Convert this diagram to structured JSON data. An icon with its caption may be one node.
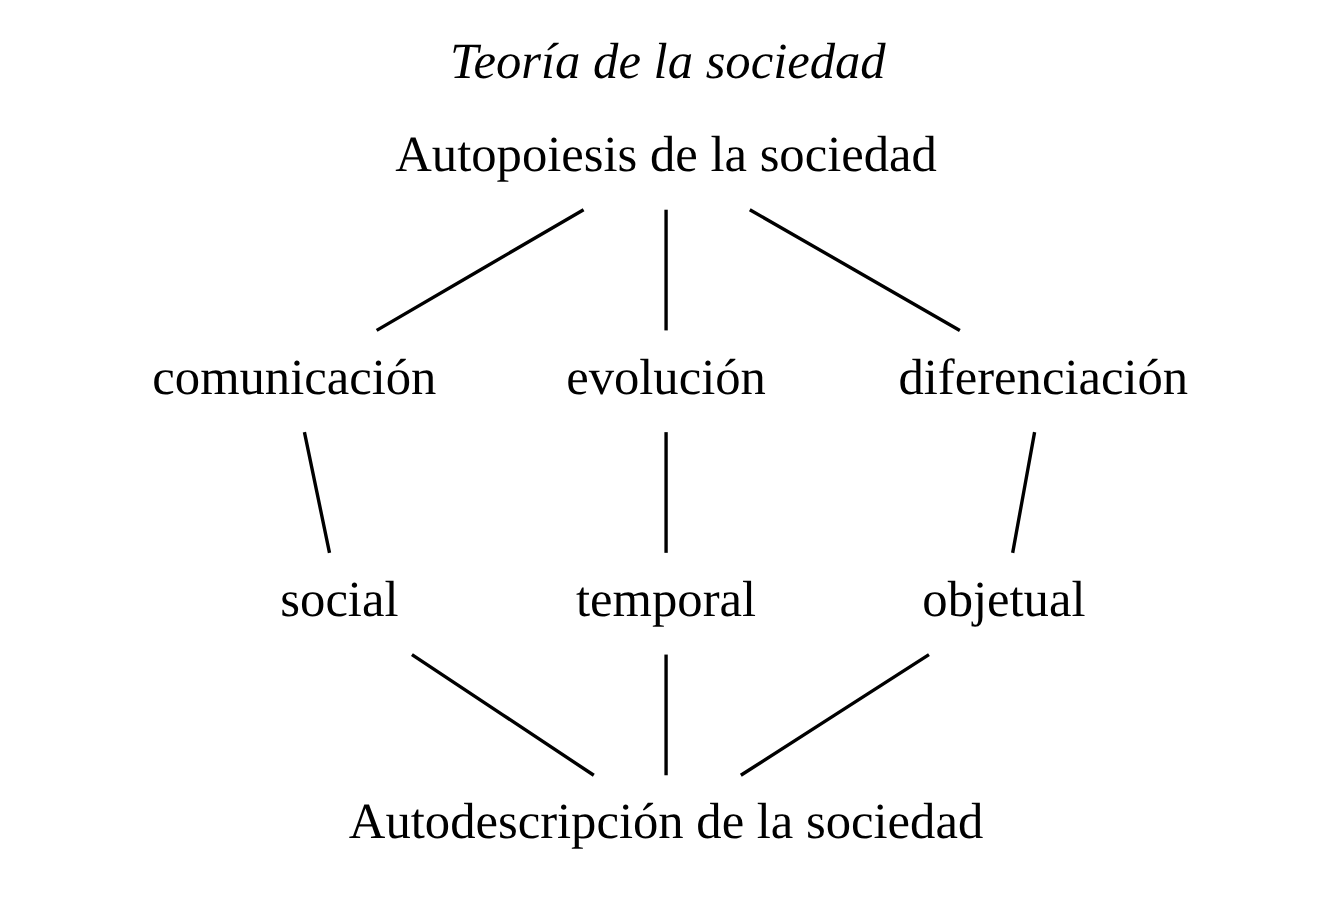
{
  "diagram": {
    "title": "Teoría de la sociedad",
    "nodes": [
      {
        "text": [
          "Autopoiesis de la sociedad"
        ]
      },
      {
        "text": [
          "comunicación"
        ]
      },
      {
        "text": [
          "evolución"
        ]
      },
      {
        "text": [
          "diferenciación"
        ]
      },
      {
        "text": [
          "social"
        ]
      },
      {
        "text": [
          "temporal"
        ]
      },
      {
        "text": [
          "objetual"
        ]
      },
      {
        "text": [
          "Autodescripción de la sociedad"
        ]
      }
    ],
    "edges": [
      {
        "from": 0,
        "to": 1,
        "arrow": "none"
      },
      {
        "from": 0,
        "to": 2,
        "arrow": "none"
      },
      {
        "from": 0,
        "to": 3,
        "arrow": "none"
      },
      {
        "from": 1,
        "to": 4,
        "arrow": "none"
      },
      {
        "from": 2,
        "to": 5,
        "arrow": "none"
      },
      {
        "from": 3,
        "to": 6,
        "arrow": "none"
      },
      {
        "from": 4,
        "to": 7,
        "arrow": "none"
      },
      {
        "from": 5,
        "to": 7,
        "arrow": "none"
      },
      {
        "from": 6,
        "to": 7,
        "arrow": "none"
      }
    ]
  }
}
